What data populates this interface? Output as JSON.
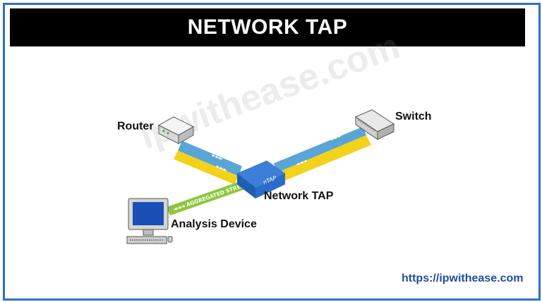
{
  "title": "NETWORK TAP",
  "labels": {
    "router": "Router",
    "switch": "Switch",
    "network_tap": "Network TAP",
    "analysis_device": "Analysis Device",
    "tap_device_text": "nTAP",
    "aggregated_stream": "◄◄◄ AGGREGATED STREAM"
  },
  "watermark": "ipwithease.com",
  "footer_url": "https://ipwithease.com",
  "colors": {
    "frame_border": "#2f6fd0",
    "title_bg": "#000000",
    "link_blue": "#5aa5d8",
    "link_yellow": "#f2d21a",
    "stream_green": "#8cc63f",
    "tap_blue": "#2a6cc7"
  },
  "icons": [
    "router-icon",
    "switch-icon",
    "network-tap-icon",
    "computer-icon"
  ]
}
